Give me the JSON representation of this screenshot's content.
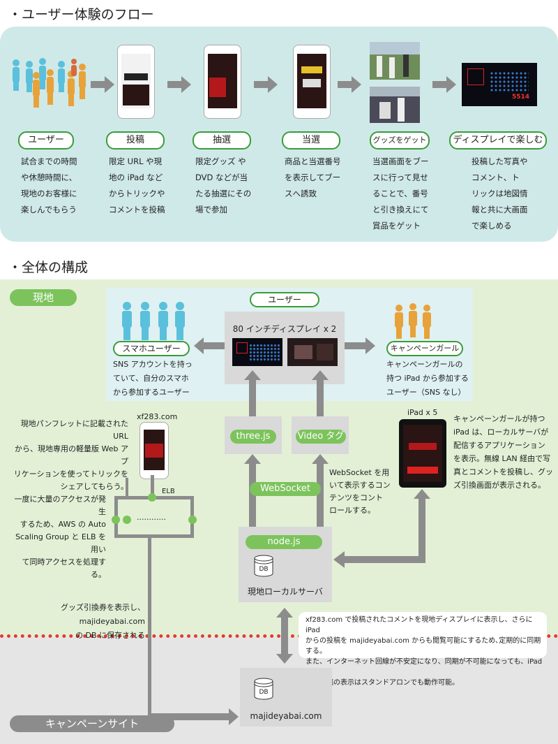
{
  "section1": {
    "title": "・ユーザー体験のフロー",
    "steps": [
      {
        "label": "ユーザー",
        "desc": [
          "試合までの時間",
          "や休憩時間に、",
          "現地のお客様に",
          "楽しんでもらう"
        ]
      },
      {
        "label": "投稿",
        "desc": [
          "限定 URL や現",
          "地の iPad など",
          "からトリックや",
          "コメントを投稿"
        ]
      },
      {
        "label": "抽選",
        "desc": [
          "限定グッズ や",
          "DVD などが当",
          "たる抽選にその",
          "場で参加"
        ]
      },
      {
        "label": "当選",
        "desc": [
          "商品と当選番号",
          "を表示してブー",
          "スへ誘致"
        ]
      },
      {
        "label": "グッズをゲット",
        "desc": [
          "当選画面をブー",
          "スに行って見せ",
          "ることで、番号",
          "と引き換えにて",
          "賞品をゲット"
        ]
      },
      {
        "label": "ディスプレイで楽しむ",
        "desc": [
          "投稿した写真や",
          "コメント、ト",
          "リックは地図情",
          "報と共に大画面",
          "で楽しめる"
        ]
      }
    ],
    "display_number": "5514"
  },
  "section2": {
    "title": "・全体の構成",
    "local_tag": "現地",
    "site_tag": "キャンペーンサイト",
    "users_pill": "ユーザー",
    "display_label": "80 インチディスプレイ x 2",
    "smartphone_user": {
      "label": "スマホユーザー",
      "desc": [
        "SNS アカウントを持っ",
        "ていて、自分のスマホ",
        "から参加するユーザー"
      ]
    },
    "campaign_girl": {
      "label": "キャンペーンガール",
      "desc": [
        "キャンペーンガールの",
        "持つ iPad から参加する",
        "ユーザー（SNS なし）"
      ]
    },
    "threejs": "three.js",
    "video": "Video タグ",
    "websocket": "WebSocket",
    "websocket_desc": [
      "WebSocket を用",
      "いて表示するコン",
      "テンツをコント",
      "ロールする。"
    ],
    "nodejs": "node.js",
    "db": "DB",
    "local_server": "現地ローカルサーバ",
    "xf_label": "xf283.com",
    "elb": "ELB",
    "dots": "............",
    "ipad_label": "iPad x 5",
    "ipad_desc": [
      "キャンペーンガールが持つ",
      "iPad は、ローカルサーバが",
      "配信するアプリケーション",
      "を表示。無線 LAN 経由で写",
      "真とコメントを投稿し、グッ",
      "ズ引換画面が表示される。"
    ],
    "pamphlet_desc": [
      "現地パンフレットに記載された URL",
      "から、現地専用の軽量版 Web アプ",
      "リケーションを使ってトリックを",
      "シェアしてもらう。"
    ],
    "aws_desc": [
      "一度に大量のアクセスが発生",
      "するため、AWS の Auto",
      "Scaling Group と ELB を用い",
      "て同時アクセスを処理する。"
    ],
    "goods_desc": [
      "グッズ引換券を表示し、majideyabai.com",
      "の DB に保存される"
    ],
    "sync_desc": [
      "xf283.com で投稿されたコメントを現地ディスプレイに表示し、さらに iPad",
      "からの投稿を majideyabai.com からも閲覧可能にするため､定期的に同期する。",
      "また、インターネット回線が不安定になり、同期が不可能になっても、iPad か",
      "らの投稿の表示はスタンドアロンでも動作可能。"
    ],
    "majideyabai": "majideyabai.com"
  },
  "colors": {
    "teal_panel": "#cfe9e8",
    "green_panel": "#e3f0d6",
    "gray_panel": "#e5e5e5",
    "pill_border": "#3a9c3a",
    "green_fill": "#7cc35c",
    "arrow": "#8c8c8c",
    "red_dotted": "#e53a33",
    "user_blue": "#5bc0dc",
    "user_orange": "#e8a23a"
  }
}
